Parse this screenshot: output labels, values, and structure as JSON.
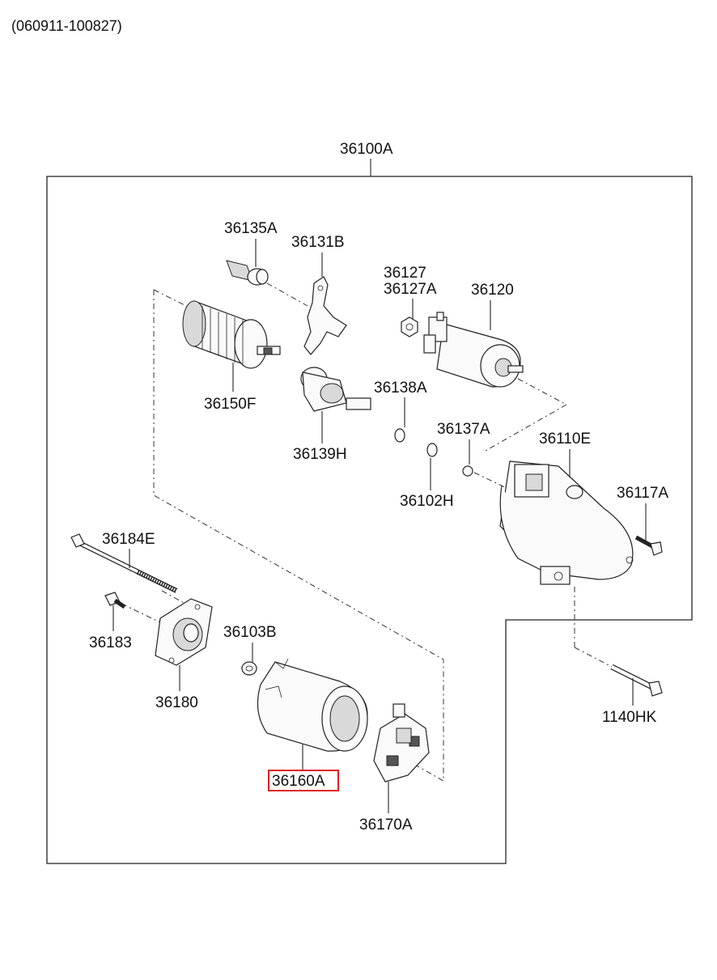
{
  "header": {
    "date_range": "(060911-100827)"
  },
  "parts": {
    "assembly": "36100A",
    "p36135A": "36135A",
    "p36131B": "36131B",
    "p36127": "36127",
    "p36127A": "36127A",
    "p36120": "36120",
    "p36150F": "36150F",
    "p36139H": "36139H",
    "p36138A": "36138A",
    "p36137A": "36137A",
    "p36110E": "36110E",
    "p36102H": "36102H",
    "p36117A": "36117A",
    "p36184E": "36184E",
    "p36183": "36183",
    "p36103B": "36103B",
    "p36180": "36180",
    "p36160A": "36160A",
    "p1140HK": "1140HK",
    "p36170A": "36170A"
  },
  "highlight": {
    "part": "36160A",
    "color": "#e0201c"
  }
}
